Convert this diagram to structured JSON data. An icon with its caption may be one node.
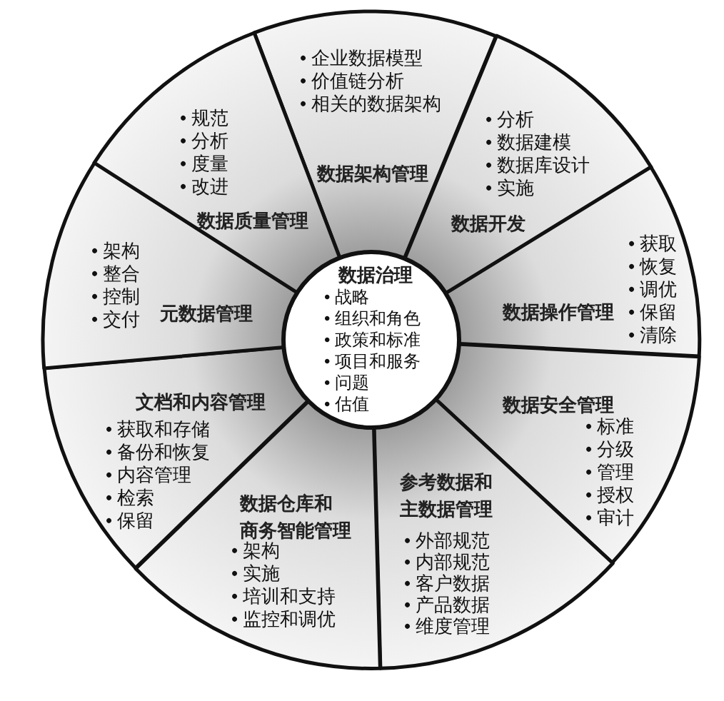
{
  "diagram": {
    "nodes": [
      {
        "text": [
          "数据治理",
          "• 战略",
          "• 组织和角色",
          "• 政策和标准",
          "• 项目和服务",
          "• 问题",
          "• 估值"
        ]
      },
      {
        "text": [
          "• 企业数据模型",
          "• 价值链分析",
          "• 相关的数据架构",
          "数据架构管理"
        ]
      },
      {
        "text": [
          "• 分析",
          "• 数据建模",
          "• 数据库设计",
          "• 实施",
          "数据开发"
        ]
      },
      {
        "text": [
          "数据操作管理",
          "• 获取",
          "• 恢复",
          "• 调优",
          "• 保留",
          "• 清除"
        ]
      },
      {
        "text": [
          "数据安全管理",
          "• 标准",
          "• 分级",
          "• 管理",
          "• 授权",
          "• 审计"
        ]
      },
      {
        "text": [
          "参考数据和主数据管理",
          "• 外部规范",
          "• 内部规范",
          "• 客户数据",
          "• 产品数据",
          "• 维度管理"
        ]
      },
      {
        "text": [
          "数据仓库和商务智能管理",
          "• 架构",
          "• 实施",
          "• 培训和支持",
          "• 监控和调优"
        ]
      },
      {
        "text": [
          "文档和内容管理",
          "• 获取和存储",
          "• 备份和恢复",
          "• 内容管理",
          "• 检索",
          "• 保留"
        ]
      },
      {
        "text": [
          "• 架构",
          "• 整合",
          "• 控制",
          "• 交付",
          "元数据管理"
        ]
      },
      {
        "text": [
          "• 规范",
          "• 分析",
          "• 度量",
          "• 改进",
          "数据质量管理"
        ]
      }
    ]
  }
}
